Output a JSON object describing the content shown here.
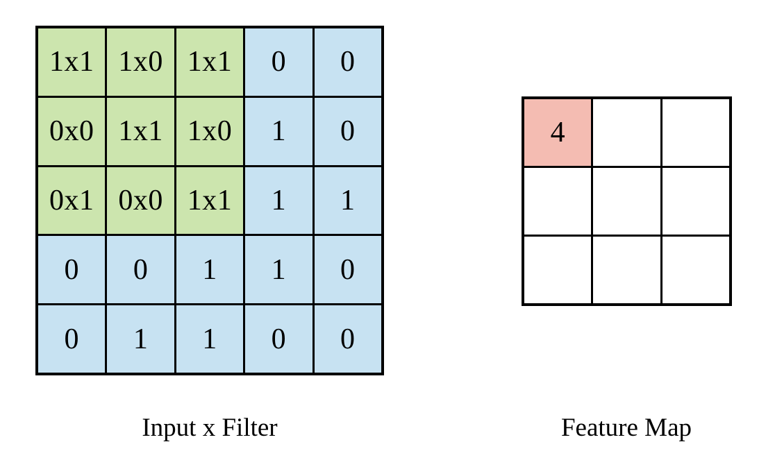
{
  "diagram": {
    "title_input": "Input x Filter",
    "title_feature": "Feature Map",
    "colors": {
      "filter_overlay_green": "#cce5ae",
      "input_blue": "#c7e2f2",
      "feature_highlight_pink": "#f4bcb2",
      "feature_empty_white": "#ffffff",
      "grid_line": "#000000",
      "background": "#ffffff"
    }
  },
  "input_grid": {
    "rows": 5,
    "cols": 5,
    "cells": [
      [
        {
          "text": "1x1",
          "fill": "green"
        },
        {
          "text": "1x0",
          "fill": "green"
        },
        {
          "text": "1x1",
          "fill": "green"
        },
        {
          "text": "0",
          "fill": "blue"
        },
        {
          "text": "0",
          "fill": "blue"
        }
      ],
      [
        {
          "text": "0x0",
          "fill": "green"
        },
        {
          "text": "1x1",
          "fill": "green"
        },
        {
          "text": "1x0",
          "fill": "green"
        },
        {
          "text": "1",
          "fill": "blue"
        },
        {
          "text": "0",
          "fill": "blue"
        }
      ],
      [
        {
          "text": "0x1",
          "fill": "green"
        },
        {
          "text": "0x0",
          "fill": "green"
        },
        {
          "text": "1x1",
          "fill": "green"
        },
        {
          "text": "1",
          "fill": "blue"
        },
        {
          "text": "1",
          "fill": "blue"
        }
      ],
      [
        {
          "text": "0",
          "fill": "blue"
        },
        {
          "text": "0",
          "fill": "blue"
        },
        {
          "text": "1",
          "fill": "blue"
        },
        {
          "text": "1",
          "fill": "blue"
        },
        {
          "text": "0",
          "fill": "blue"
        }
      ],
      [
        {
          "text": "0",
          "fill": "blue"
        },
        {
          "text": "1",
          "fill": "blue"
        },
        {
          "text": "1",
          "fill": "blue"
        },
        {
          "text": "0",
          "fill": "blue"
        },
        {
          "text": "0",
          "fill": "blue"
        }
      ]
    ]
  },
  "feature_map": {
    "rows": 3,
    "cols": 3,
    "cells": [
      [
        {
          "text": "4",
          "fill": "pink"
        },
        {
          "text": "",
          "fill": "white"
        },
        {
          "text": "",
          "fill": "white"
        }
      ],
      [
        {
          "text": "",
          "fill": "white"
        },
        {
          "text": "",
          "fill": "white"
        },
        {
          "text": "",
          "fill": "white"
        }
      ],
      [
        {
          "text": "",
          "fill": "white"
        },
        {
          "text": "",
          "fill": "white"
        },
        {
          "text": "",
          "fill": "white"
        }
      ]
    ]
  }
}
